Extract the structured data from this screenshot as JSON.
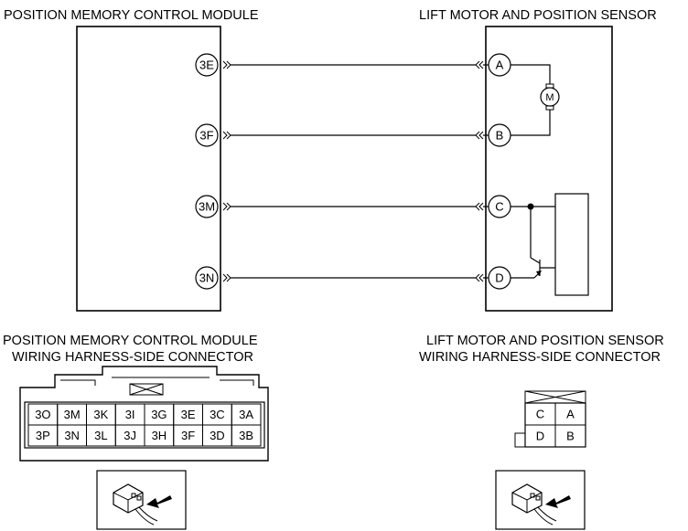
{
  "headers": {
    "pmcm_title": "POSITION MEMORY CONTROL MODULE",
    "lift_title": "LIFT MOTOR AND POSITION SENSOR",
    "pmcm_conn_line1": "POSITION MEMORY CONTROL MODULE",
    "pmcm_conn_line2": "WIRING HARNESS-SIDE CONNECTOR",
    "lift_conn_line1": "LIFT MOTOR AND POSITION SENSOR",
    "lift_conn_line2": "WIRING HARNESS-SIDE CONNECTOR"
  },
  "module_pins": [
    "3E",
    "3F",
    "3M",
    "3N"
  ],
  "sensor_pins": [
    "A",
    "B",
    "C",
    "D"
  ],
  "motor_symbol": "M",
  "pmcm_connector": {
    "row1": [
      "3O",
      "3M",
      "3K",
      "3I",
      "3G",
      "3E",
      "3C",
      "3A"
    ],
    "row2": [
      "3P",
      "3N",
      "3L",
      "3J",
      "3H",
      "3F",
      "3D",
      "3B"
    ]
  },
  "lift_connector": {
    "row1": [
      "C",
      "A"
    ],
    "row2": [
      "D",
      "B"
    ]
  }
}
